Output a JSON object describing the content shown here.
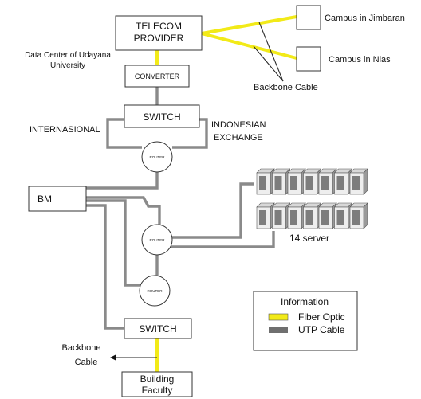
{
  "nodes": {
    "telecom_line1": "TELECOM",
    "telecom_line2": "PROVIDER",
    "converter": "CONVERTER",
    "switch_top": "SWITCH",
    "switch_bottom": "SWITCH",
    "bm": "BM",
    "router": "ROUTER",
    "building_line1": "Building",
    "building_line2": "Faculty",
    "campus_jimbaran": "Campus in Jimbaran",
    "campus_nias": "Campus in Nias"
  },
  "labels": {
    "data_center_line1": "Data Center of Udayana",
    "data_center_line2": "University",
    "backbone_cable": "Backbone Cable",
    "backbone_line1": "Backbone",
    "backbone_line2": "Cable",
    "internasional": "INTERNASIONAL",
    "indonesian_line1": "INDONESIAN",
    "indonesian_line2": "EXCHANGE",
    "server_count": "14 server"
  },
  "legend": {
    "title": "Information",
    "items": [
      {
        "label": "Fiber Optic",
        "color": "#f2ea18"
      },
      {
        "label": "UTP Cable",
        "color": "#6f6f6f"
      }
    ]
  },
  "servers": {
    "count_per_row": 7,
    "rows": 2
  }
}
